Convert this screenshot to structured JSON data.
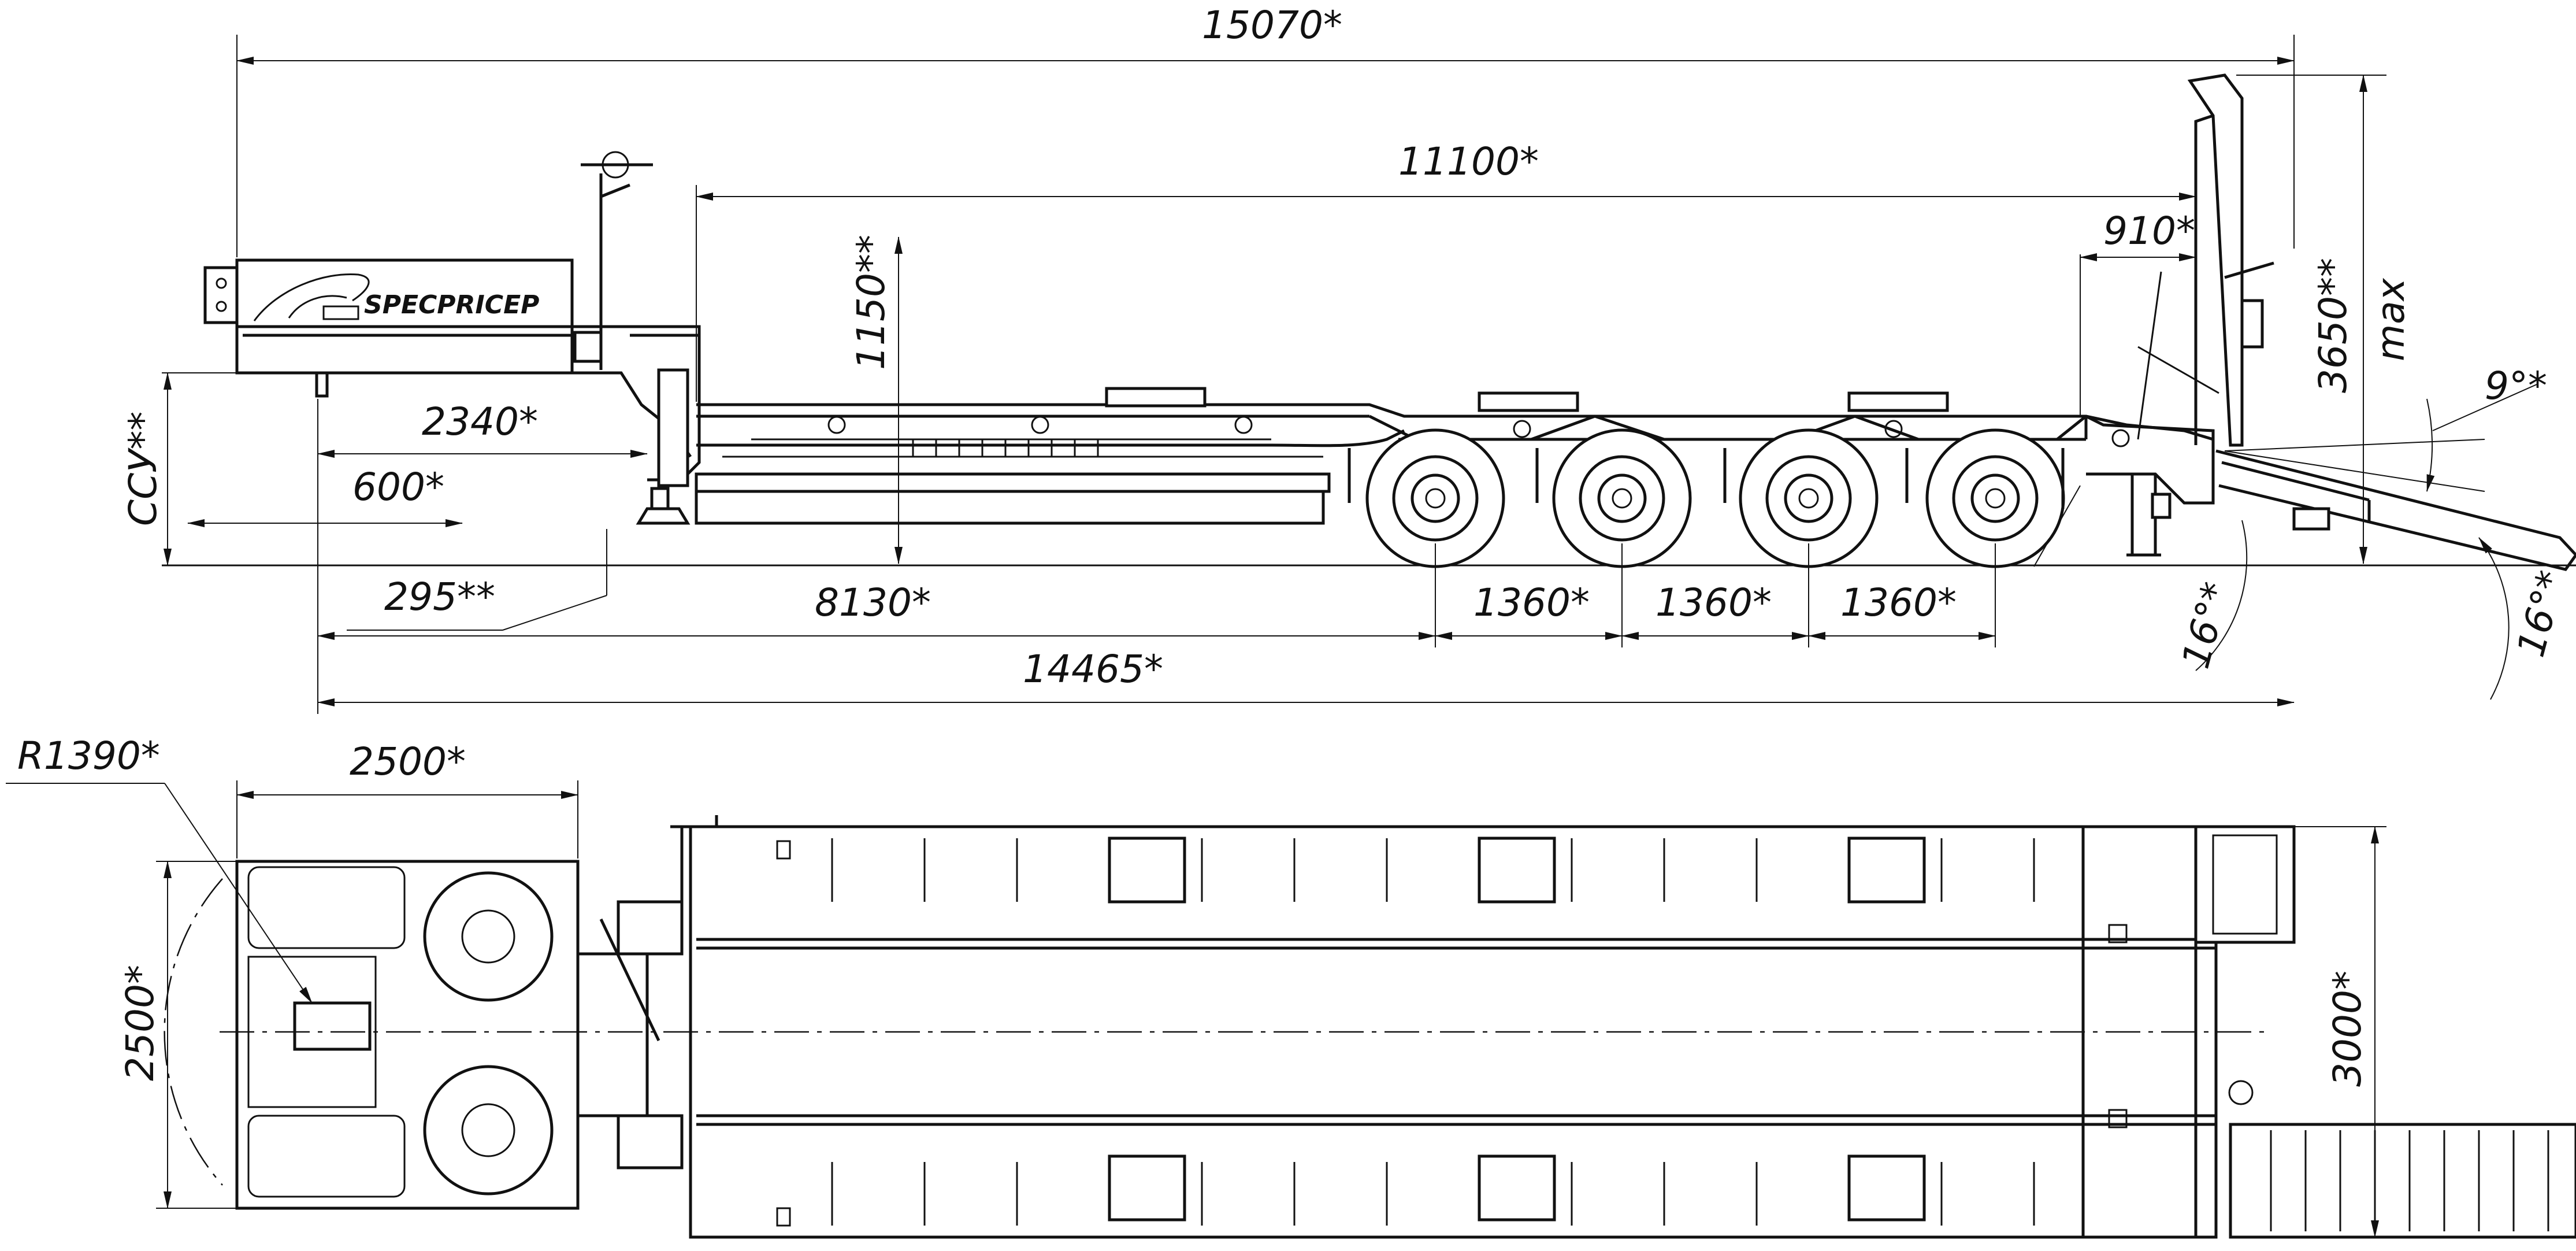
{
  "logo": {
    "text": "SPECPRICEP"
  },
  "side_view": {
    "dimensions": {
      "overall_length": "15070*",
      "deck_length": "11100*",
      "ramp_offset": "910*",
      "deck_height": "1150**",
      "height_max": "3650**",
      "max_label": "max",
      "gooseneck": "2340*",
      "coupling_height": "ССУ**",
      "kingpin_offset": "600*",
      "support_offset": "295**",
      "wheelbase_front": "8130*",
      "axle_spacing_1": "1360*",
      "axle_spacing_2": "1360*",
      "axle_spacing_3": "1360*",
      "total_length": "14465*",
      "ramp_angle_top": "9°*",
      "departure_angle": "16°*",
      "ramp_angle_bottom": "16°*"
    }
  },
  "top_view": {
    "dimensions": {
      "turning_radius": "R1390*",
      "neck_width": "2500*",
      "neck_width_vertical": "2500*",
      "deck_width": "3000*"
    }
  }
}
